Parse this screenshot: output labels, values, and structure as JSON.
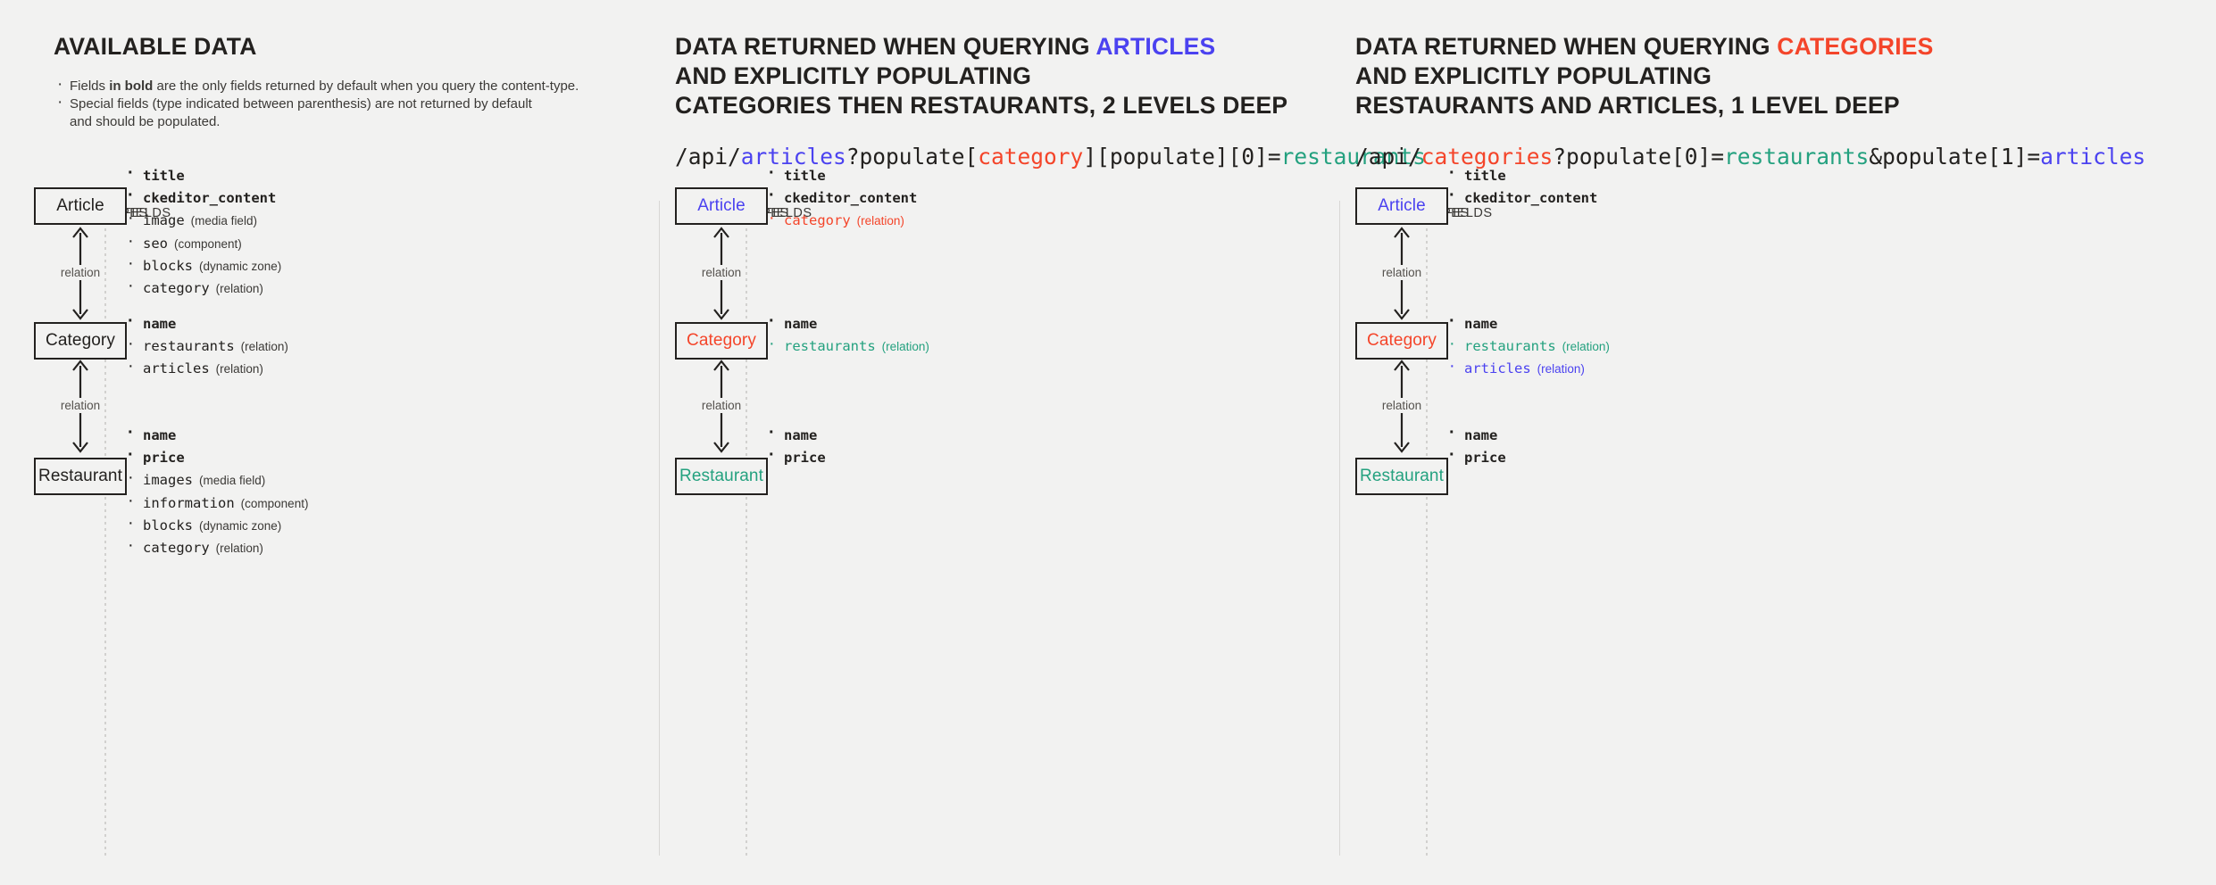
{
  "colors": {
    "background": "#f2f2f1",
    "ink": "#23211f",
    "articles_blue": "#4b42f0",
    "categories_red": "#f4452a",
    "restaurants_green": "#24a17f",
    "divider": "#d8d7d5"
  },
  "panels": [
    {
      "id": "available-data",
      "title_parts": [
        {
          "text": "AVAILABLE DATA",
          "color": "ink"
        }
      ],
      "bullets": [
        "Fields |in bold| are the only fields returned by default when you query the content-type.",
        "Special fields (type indicated between parenthesis) are not returned by default\nand should be populated."
      ],
      "api": null,
      "captions": {
        "content_types": "CONTENT-TYPES",
        "fields": "FIELDS"
      },
      "entities": [
        {
          "name": "Article",
          "color": "ink"
        },
        {
          "name": "Category",
          "color": "ink"
        },
        {
          "name": "Restaurant",
          "color": "ink"
        }
      ],
      "connectors": [
        {
          "label": "relation",
          "arrows": "both"
        },
        {
          "label": "relation",
          "arrows": "both"
        }
      ],
      "field_groups": [
        [
          {
            "name": "title",
            "note": "",
            "bold": true,
            "color": "ink"
          },
          {
            "name": "ckeditor_content",
            "note": "",
            "bold": true,
            "color": "ink"
          },
          {
            "name": "image",
            "note": "(media field)",
            "bold": false,
            "color": "ink"
          },
          {
            "name": "seo",
            "note": "(component)",
            "bold": false,
            "color": "ink"
          },
          {
            "name": "blocks",
            "note": "(dynamic zone)",
            "bold": false,
            "color": "ink"
          },
          {
            "name": "category",
            "note": "(relation)",
            "bold": false,
            "color": "ink"
          }
        ],
        [
          {
            "name": "name",
            "note": "",
            "bold": true,
            "color": "ink"
          },
          {
            "name": "restaurants",
            "note": "(relation)",
            "bold": false,
            "color": "ink"
          },
          {
            "name": "articles",
            "note": "(relation)",
            "bold": false,
            "color": "ink"
          }
        ],
        [
          {
            "name": "name",
            "note": "",
            "bold": true,
            "color": "ink"
          },
          {
            "name": "price",
            "note": "",
            "bold": true,
            "color": "ink"
          },
          {
            "name": "images",
            "note": "(media field)",
            "bold": false,
            "color": "ink"
          },
          {
            "name": "information",
            "note": "(component)",
            "bold": false,
            "color": "ink"
          },
          {
            "name": "blocks",
            "note": "(dynamic zone)",
            "bold": false,
            "color": "ink"
          },
          {
            "name": "category",
            "note": "(relation)",
            "bold": false,
            "color": "ink"
          }
        ]
      ]
    },
    {
      "id": "query-articles",
      "title_parts": [
        {
          "text": "DATA RETURNED WHEN QUERYING ",
          "color": "ink"
        },
        {
          "text": "ARTICLES",
          "color": "articles_blue"
        },
        {
          "text": "\nAND EXPLICITLY POPULATING\nCATEGORIES THEN RESTAURANTS, 2 LEVELS DEEP",
          "color": "ink"
        }
      ],
      "bullets": [],
      "api": [
        {
          "text": "/api/",
          "color": "ink"
        },
        {
          "text": "articles",
          "color": "articles_blue"
        },
        {
          "text": "?populate[",
          "color": "ink"
        },
        {
          "text": "category",
          "color": "categories_red"
        },
        {
          "text": "][populate][0]=",
          "color": "ink"
        },
        {
          "text": "restaurants",
          "color": "restaurants_green"
        }
      ],
      "captions": {
        "content_types": "CONTENT-TYPES",
        "fields": "FIELDS"
      },
      "entities": [
        {
          "name": "Article",
          "color": "articles_blue"
        },
        {
          "name": "Category",
          "color": "categories_red"
        },
        {
          "name": "Restaurant",
          "color": "restaurants_green"
        }
      ],
      "connectors": [
        {
          "label": "relation",
          "arrows": "both"
        },
        {
          "label": "relation",
          "arrows": "both"
        }
      ],
      "field_groups": [
        [
          {
            "name": "title",
            "note": "",
            "bold": true,
            "color": "ink"
          },
          {
            "name": "ckeditor_content",
            "note": "",
            "bold": true,
            "color": "ink"
          },
          {
            "name": "category",
            "note": "(relation)",
            "bold": false,
            "color": "categories_red"
          }
        ],
        [
          {
            "name": "name",
            "note": "",
            "bold": true,
            "color": "ink"
          },
          {
            "name": "restaurants",
            "note": "(relation)",
            "bold": false,
            "color": "restaurants_green"
          }
        ],
        [
          {
            "name": "name",
            "note": "",
            "bold": true,
            "color": "ink"
          },
          {
            "name": "price",
            "note": "",
            "bold": true,
            "color": "ink"
          }
        ]
      ]
    },
    {
      "id": "query-categories",
      "title_parts": [
        {
          "text": "DATA RETURNED WHEN QUERYING ",
          "color": "ink"
        },
        {
          "text": "CATEGORIES",
          "color": "categories_red"
        },
        {
          "text": "\nAND EXPLICITLY POPULATING\nRESTAURANTS AND ARTICLES, 1 LEVEL DEEP",
          "color": "ink"
        }
      ],
      "bullets": [],
      "api": [
        {
          "text": "/api/",
          "color": "ink"
        },
        {
          "text": "categories",
          "color": "categories_red"
        },
        {
          "text": "?populate[0]=",
          "color": "ink"
        },
        {
          "text": "restaurants",
          "color": "restaurants_green"
        },
        {
          "text": "&populate[1]=",
          "color": "ink"
        },
        {
          "text": "articles",
          "color": "articles_blue"
        }
      ],
      "captions": {
        "content_types": "CONTENT-TYPES",
        "fields": "FIELDS"
      },
      "entities": [
        {
          "name": "Article",
          "color": "articles_blue"
        },
        {
          "name": "Category",
          "color": "categories_red"
        },
        {
          "name": "Restaurant",
          "color": "restaurants_green"
        }
      ],
      "connectors": [
        {
          "label": "relation",
          "arrows": "both"
        },
        {
          "label": "relation",
          "arrows": "both"
        }
      ],
      "field_groups": [
        [
          {
            "name": "title",
            "note": "",
            "bold": true,
            "color": "ink"
          },
          {
            "name": "ckeditor_content",
            "note": "",
            "bold": true,
            "color": "ink"
          }
        ],
        [
          {
            "name": "name",
            "note": "",
            "bold": true,
            "color": "ink"
          },
          {
            "name": "restaurants",
            "note": "(relation)",
            "bold": false,
            "color": "restaurants_green"
          },
          {
            "name": "articles",
            "note": "(relation)",
            "bold": false,
            "color": "articles_blue"
          }
        ],
        [
          {
            "name": "name",
            "note": "",
            "bold": true,
            "color": "ink"
          },
          {
            "name": "price",
            "note": "",
            "bold": true,
            "color": "ink"
          }
        ]
      ]
    }
  ]
}
